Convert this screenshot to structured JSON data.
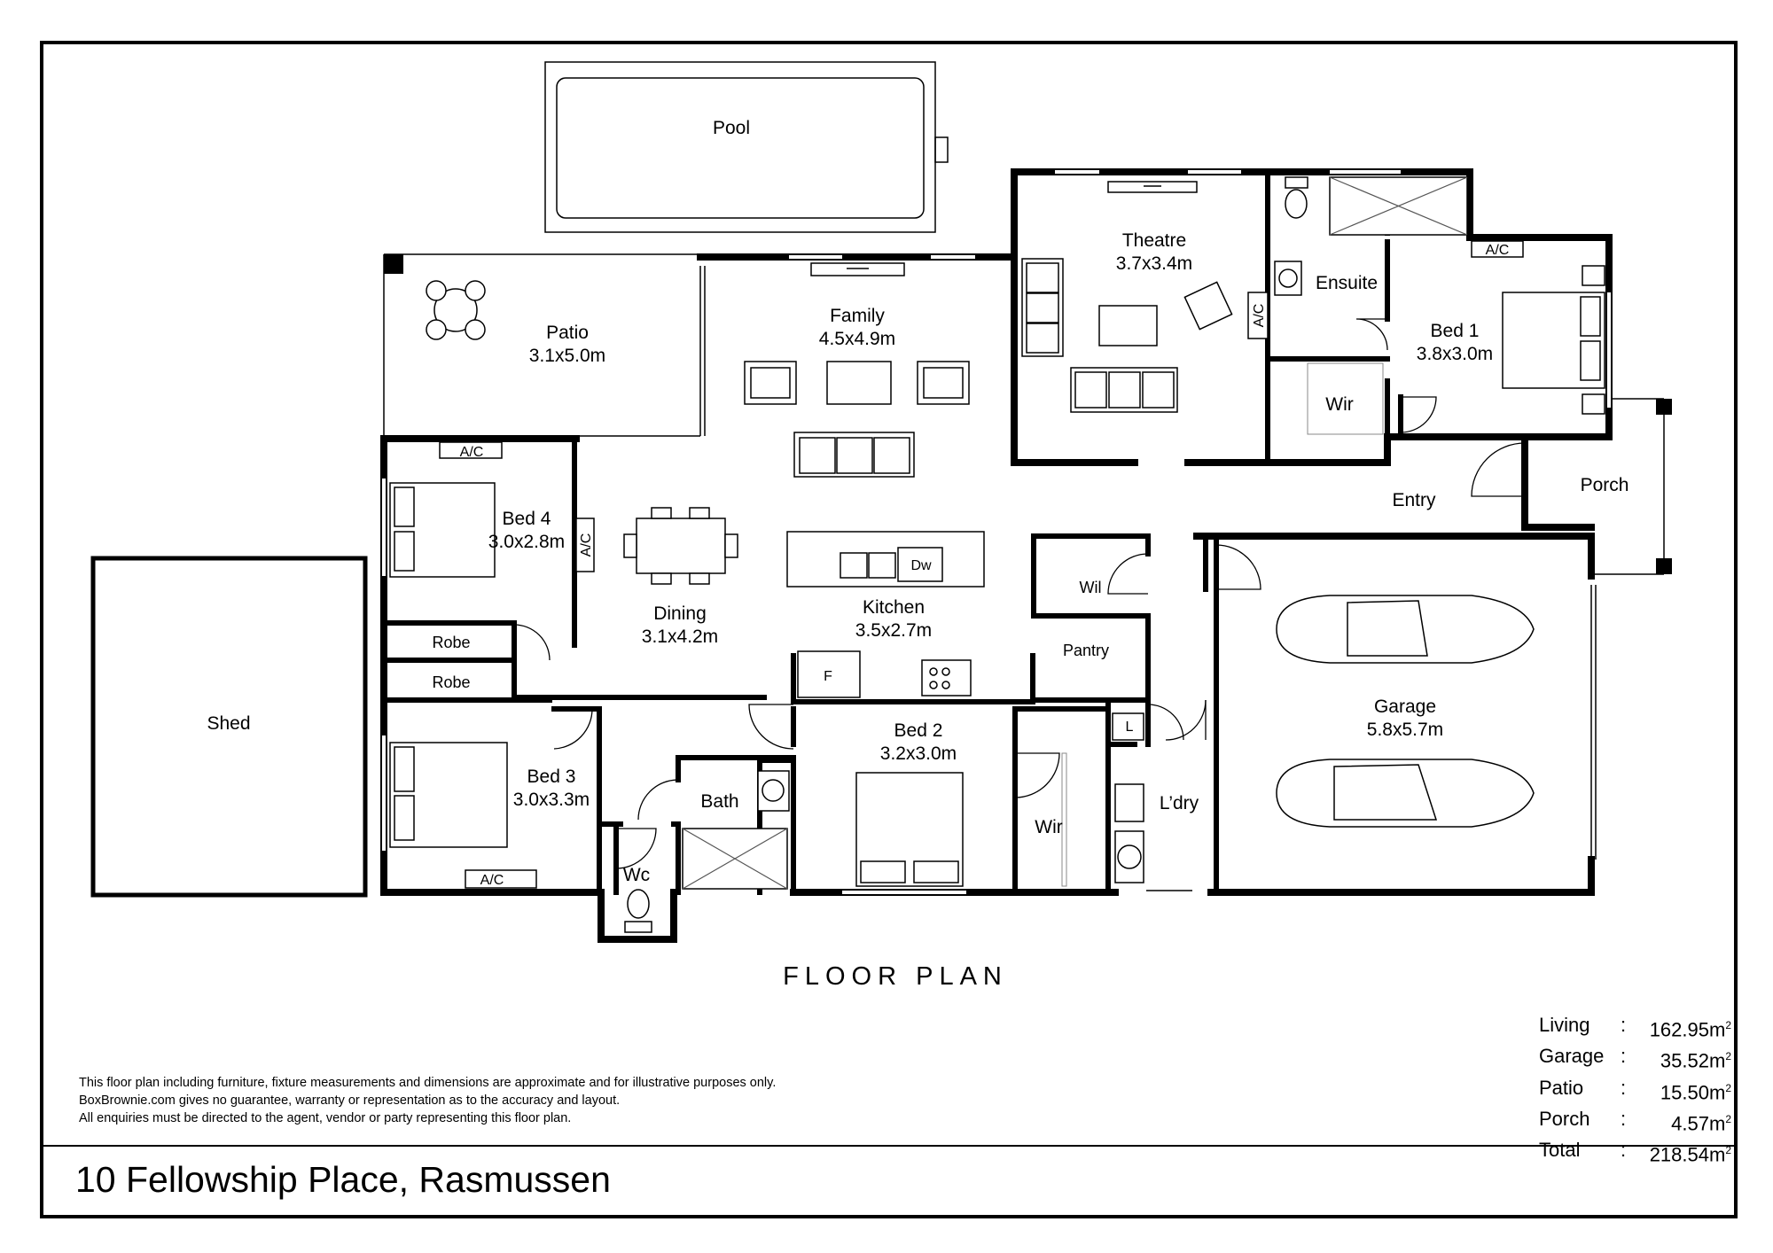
{
  "title": "FLOOR PLAN",
  "address": "10 Fellowship Place, Rasmussen",
  "rooms": {
    "pool": {
      "name": "Pool"
    },
    "patio": {
      "name": "Patio",
      "dim": "3.1x5.0m"
    },
    "family": {
      "name": "Family",
      "dim": "4.5x4.9m"
    },
    "theatre": {
      "name": "Theatre",
      "dim": "3.7x3.4m"
    },
    "ensuite": {
      "name": "Ensuite"
    },
    "bed1": {
      "name": "Bed 1",
      "dim": "3.8x3.0m"
    },
    "wir1": {
      "name": "Wir"
    },
    "entry": {
      "name": "Entry"
    },
    "porch": {
      "name": "Porch"
    },
    "bed4": {
      "name": "Bed 4",
      "dim": "3.0x2.8m"
    },
    "dining": {
      "name": "Dining",
      "dim": "3.1x4.2m"
    },
    "kitchen": {
      "name": "Kitchen",
      "dim": "3.5x2.7m"
    },
    "wil": {
      "name": "Wil"
    },
    "pantry": {
      "name": "Pantry"
    },
    "garage": {
      "name": "Garage",
      "dim": "5.8x5.7m"
    },
    "robe1": {
      "name": "Robe"
    },
    "robe2": {
      "name": "Robe"
    },
    "shed": {
      "name": "Shed"
    },
    "bed3": {
      "name": "Bed 3",
      "dim": "3.0x3.3m"
    },
    "bath": {
      "name": "Bath"
    },
    "wc": {
      "name": "Wc"
    },
    "bed2": {
      "name": "Bed 2",
      "dim": "3.2x3.0m"
    },
    "wir2": {
      "name": "Wir"
    },
    "laundry": {
      "name": "L’dry"
    }
  },
  "fixtures": {
    "ac": "A/C",
    "dw": "Dw",
    "fridge": "F",
    "linen": "L"
  },
  "disclaimer": [
    "This floor plan including furniture, fixture measurements and dimensions are approximate and for illustrative purposes only.",
    "BoxBrownie.com gives no guarantee, warranty or representation as to the accuracy and layout.",
    "All enquiries must be directed to the agent, vendor or party representing this floor plan."
  ],
  "areas": [
    {
      "label": "Living",
      "value": "162.95m",
      "unit_sup": "2"
    },
    {
      "label": "Garage",
      "value": "35.52m",
      "unit_sup": "2"
    },
    {
      "label": "Patio",
      "value": "15.50m",
      "unit_sup": "2"
    },
    {
      "label": "Porch",
      "value": "4.57m",
      "unit_sup": "2"
    },
    {
      "label": "Total",
      "value": "218.54m",
      "unit_sup": "2"
    }
  ]
}
